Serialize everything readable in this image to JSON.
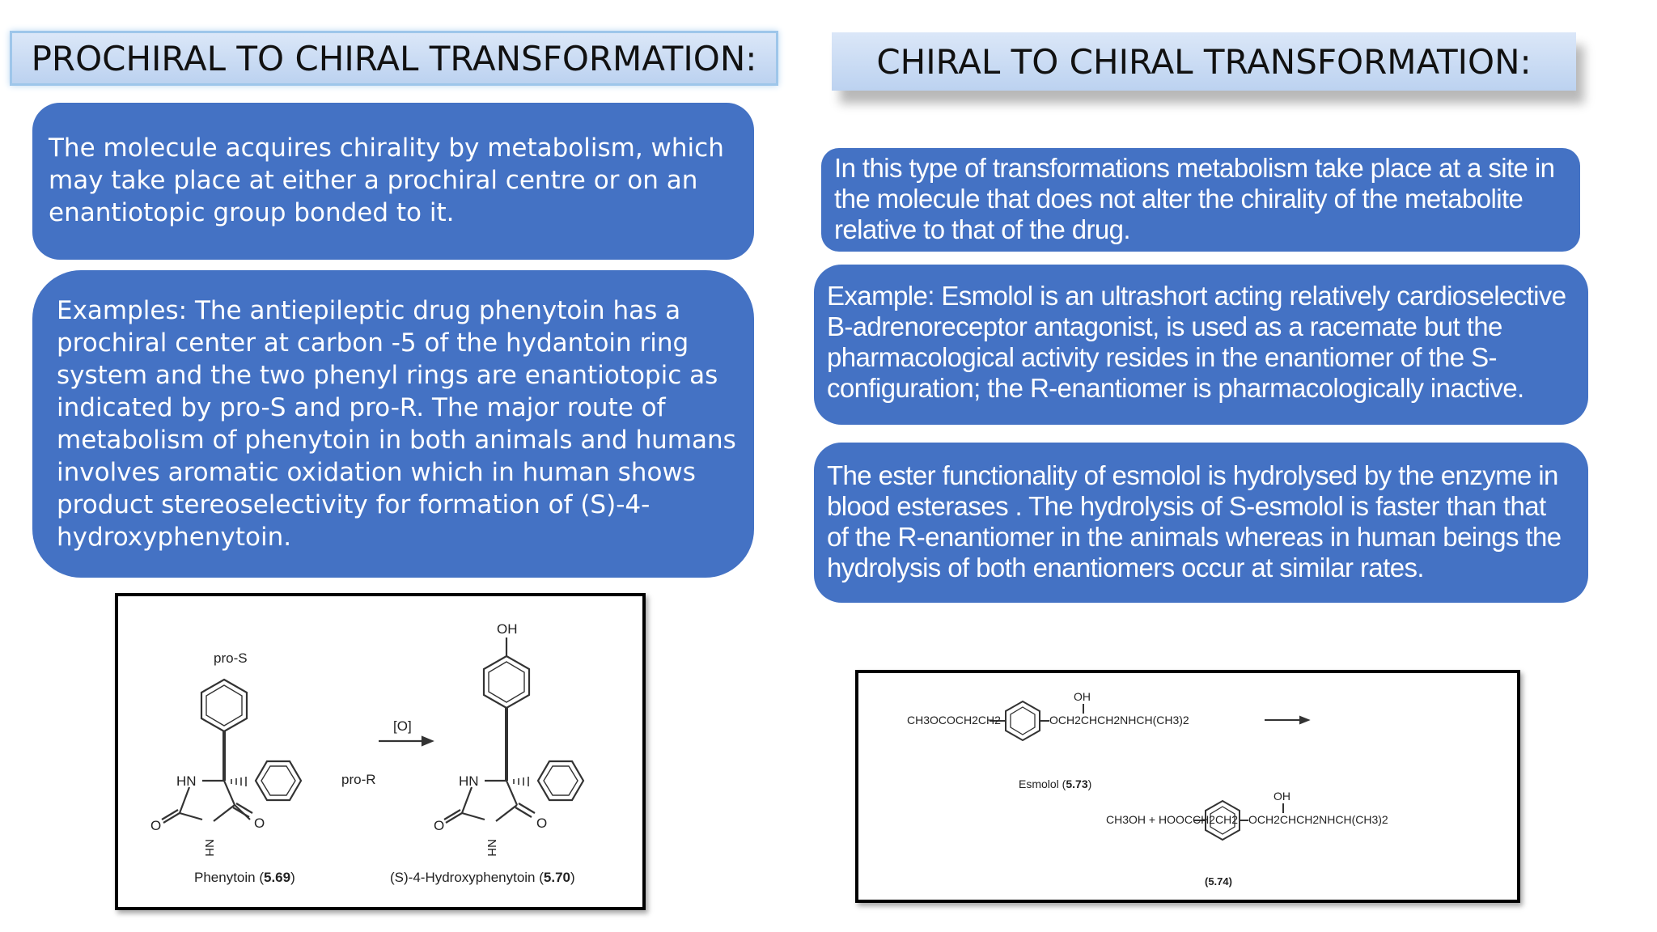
{
  "left": {
    "title": "PROCHIRAL TO CHIRAL TRANSFORMATION:",
    "para1": "The molecule acquires chirality by metabolism, which may take place at either a prochiral centre or on an enantiotopic group bonded to it.",
    "para2": "Examples: The antiepileptic drug phenytoin has a prochiral center at carbon -5 of the hydantoin ring system and the two phenyl rings are enantiotopic as indicated by pro-S and pro-R. The major route of metabolism of phenytoin in both animals and humans involves aromatic oxidation which in human shows product stereoselectivity for formation of (S)-4-hydroxyphenytoin.",
    "figure": {
      "pro_s": "pro-S",
      "pro_r": "pro-R",
      "oxidant": "[O]",
      "oh": "OH",
      "hn": "HN",
      "nh": "NH",
      "o": "O",
      "caption1_text": "Phenytoin (",
      "caption1_num": "5.69",
      "caption1_end": ")",
      "caption2_text": "(S)-4-Hydroxyphenytoin (",
      "caption2_num": "5.70",
      "caption2_end": ")"
    }
  },
  "right": {
    "title": "CHIRAL TO CHIRAL TRANSFORMATION:",
    "para1": "In this type of transformations metabolism take place at a site in the molecule that does not alter the chirality of the metabolite relative to that of the drug.",
    "para2": "Example: Esmolol is an ultrashort acting relatively cardioselective B-adrenoreceptor antagonist, is used as a racemate but the pharmacological activity resides in the enantiomer of the S-configuration; the R-enantiomer is pharmacologically inactive.",
    "para3": "The ester functionality of esmolol is hydrolysed by the enzyme in blood esterases . The hydrolysis of S-esmolol is faster than that of the R-enantiomer in the animals whereas in human beings the hydrolysis of both enantiomers occur at similar rates.",
    "figure": {
      "esmolol_left": "CH3OCOCH2CH2",
      "side_chain": "OCH2CHCH2NHCH(CH3)2",
      "oh": "OH",
      "esmolol_label": "Esmolol (",
      "esmolol_num": "5.73",
      "esmolol_end": ")",
      "product_left": "CH3OH + HOOCCH2CH2",
      "product_num": "(5.74)"
    }
  }
}
